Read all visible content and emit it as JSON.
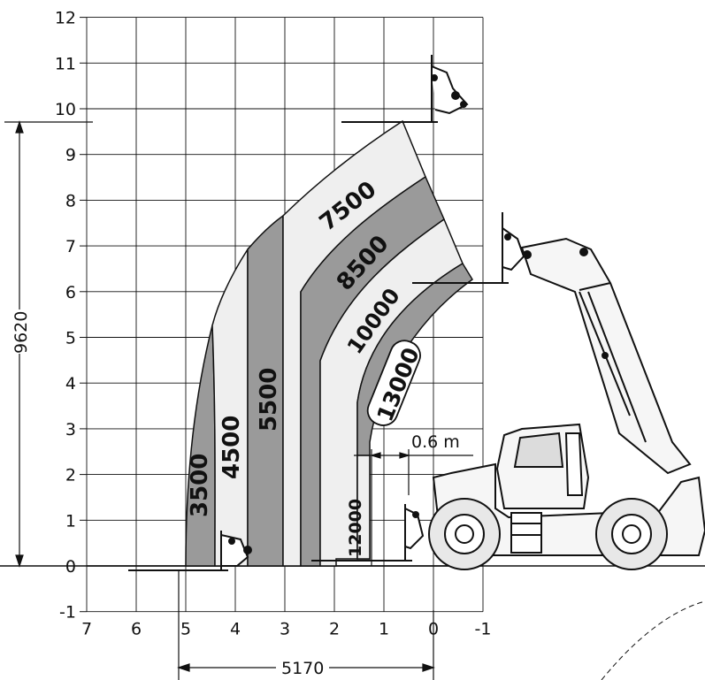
{
  "chart_data": {
    "type": "load_chart",
    "x_ticks": [
      7,
      6,
      5,
      4,
      3,
      2,
      1,
      0,
      -1
    ],
    "y_ticks": [
      -1,
      0,
      1,
      2,
      3,
      4,
      5,
      6,
      7,
      8,
      9,
      10,
      11,
      12
    ],
    "xlim": [
      7,
      -1
    ],
    "ylim": [
      -1,
      12
    ],
    "zones": [
      {
        "label": "3500",
        "shade": "dark"
      },
      {
        "label": "4500",
        "shade": "light"
      },
      {
        "label": "5500",
        "shade": "dark"
      },
      {
        "label": "7500",
        "shade": "light"
      },
      {
        "label": "8500",
        "shade": "dark"
      },
      {
        "label": "10000",
        "shade": "light"
      },
      {
        "label": "12000",
        "shade": "light"
      },
      {
        "label": "13000",
        "shade": "dark"
      }
    ],
    "dimensions": {
      "max_height": "9620",
      "max_reach": "5170",
      "offset": "0.6 m"
    },
    "colors": {
      "dark_zone": "#9a9a9a",
      "light_zone": "#efefef",
      "line": "#111111"
    }
  }
}
